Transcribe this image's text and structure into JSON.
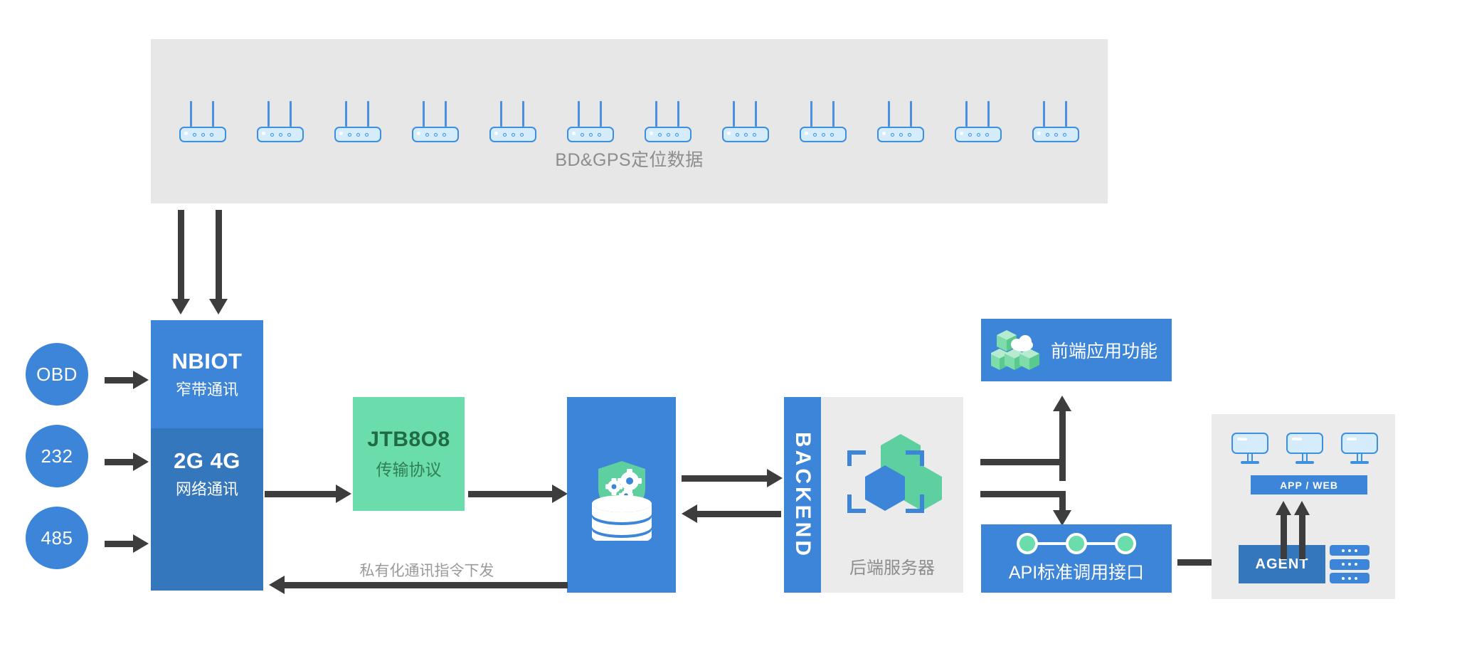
{
  "diagram": {
    "title": "IoT Vehicle Telematics Architecture",
    "colors": {
      "blue_primary": "#3d85d8",
      "blue_dark": "#3477bd",
      "green": "#6bdcab",
      "panel_grey": "#e7e7e7",
      "panel_grey_light": "#ebebeb",
      "arrow_dark": "#3d3d3d",
      "muted_text": "#8d8d8d"
    }
  },
  "gps_panel": {
    "label": "BD&GPS定位数据",
    "device_count": 12,
    "device_icon": "router-icon"
  },
  "sources": [
    {
      "label": "OBD",
      "icon": "circle-node-icon"
    },
    {
      "label": "232",
      "icon": "circle-node-icon"
    },
    {
      "label": "485",
      "icon": "circle-node-icon"
    }
  ],
  "comm_module": {
    "top": {
      "title": "NBIOT",
      "subtitle": "窄带通讯"
    },
    "bottom": {
      "title": "2G  4G",
      "subtitle": "网络通讯"
    }
  },
  "protocol": {
    "title": "JTB8O8",
    "subtitle": "传输协议"
  },
  "secure_db": {
    "icon": "database-shield-gears-icon"
  },
  "backend": {
    "vertical_label": "BACKEND",
    "label": "后端服务器",
    "icon": "hexagon-cluster-icon"
  },
  "frontend": {
    "label": "前端应用功能",
    "icon": "cloud-cubes-icon"
  },
  "api": {
    "label": "API标准调用接口",
    "icon": "node-chain-icon",
    "node_count": 3
  },
  "agent": {
    "monitor_count": 3,
    "appweb_label": "APP / WEB",
    "agent_label": "AGENT",
    "rack_count": 3,
    "monitor_icon": "monitor-icon",
    "rack_icon": "server-rack-icon"
  },
  "connections": {
    "downlink_label": "私有化通讯指令下发"
  }
}
